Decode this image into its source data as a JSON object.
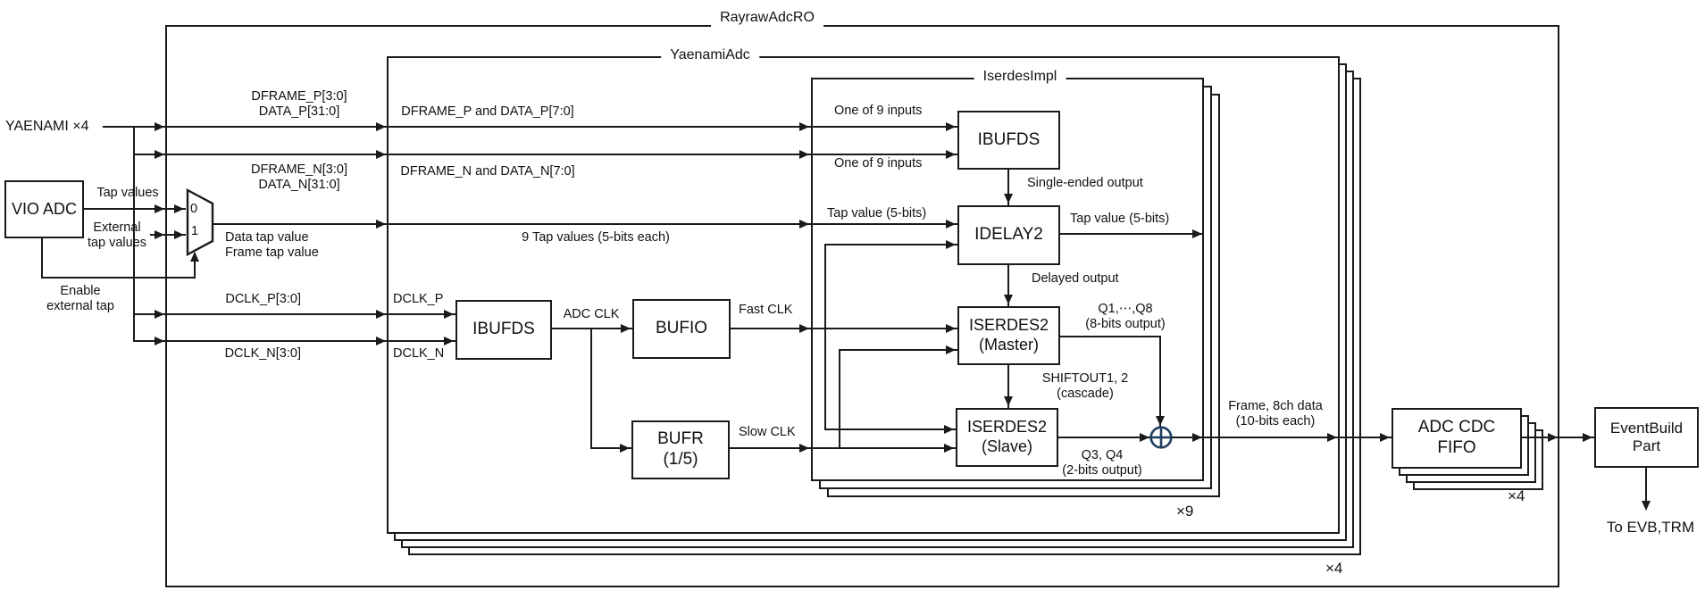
{
  "titles": {
    "outer": "RayrawAdcRO",
    "adc": "YaenamiAdc",
    "iserdes": "IserdesImpl"
  },
  "blocks": {
    "vio_adc": "VIO ADC",
    "ibufds_clk": "IBUFDS",
    "bufio": "BUFIO",
    "bufr": "BUFR\n(1/5)",
    "ibufds_in": "IBUFDS",
    "idelay2": "IDELAY2",
    "iserdes_master": "ISERDES2\n(Master)",
    "iserdes_slave": "ISERDES2\n(Slave)",
    "adc_cdc_fifo": "ADC CDC\nFIFO",
    "eventbuild": "EventBuild\nPart"
  },
  "mux": {
    "in0": "0",
    "in1": "1"
  },
  "labels": {
    "yaenami": "YAENAMI ×4",
    "tap_values": "Tap values",
    "external_tap_values": "External\ntap values",
    "enable_external_tap": "Enable\nexternal tap",
    "data_frame_tap": "Data tap value\nFrame tap value",
    "dframe_p_bus": "DFRAME_P[3:0]\nDATA_P[31:0]",
    "dframe_n_bus": "DFRAME_N[3:0]\nDATA_N[31:0]",
    "dclk_p_bus": "DCLK_P[3:0]",
    "dclk_n_bus": "DCLK_N[3:0]",
    "dframe_p_inner": "DFRAME_P and DATA_P[7:0]",
    "dframe_n_inner": "DFRAME_N and DATA_N[7:0]",
    "tap_values_9": "9 Tap values (5-bits each)",
    "dclk_p": "DCLK_P",
    "dclk_n": "DCLK_N",
    "adc_clk": "ADC CLK",
    "fast_clk": "Fast CLK",
    "slow_clk": "Slow CLK",
    "one_of_9_top": "One of 9 inputs",
    "one_of_9_bot": "One of 9 inputs",
    "tap_value_in": "Tap value (5-bits)",
    "tap_value_out": "Tap value (5-bits)",
    "single_ended": "Single-ended output",
    "delayed": "Delayed output",
    "q1_q8": "Q1,⋯,Q8\n(8-bits output)",
    "shiftout": "SHIFTOUT1, 2\n(cascade)",
    "q3_q4": "Q3, Q4\n(2-bits output)",
    "frame_8ch": "Frame, 8ch data\n(10-bits each)",
    "to_evb": "To EVB,TRM"
  },
  "multipliers": {
    "iserdes": "×9",
    "adc": "×4",
    "fifo": "×4"
  },
  "colors": {
    "line": "#1a1a1a",
    "xor_node": "#1f3c5e",
    "background": "#ffffff"
  }
}
